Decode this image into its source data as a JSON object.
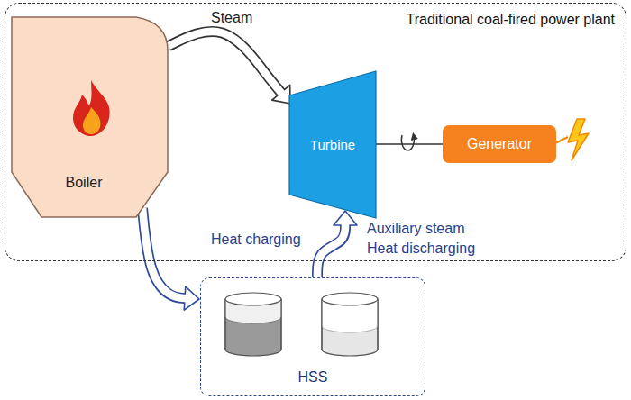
{
  "diagram": {
    "nodes": [
      {
        "text": [
          "Traditional coal-fired power plant"
        ]
      },
      {
        "text": [
          "Boiler"
        ],
        "in": 0
      },
      {
        "text": [
          "Turbine"
        ],
        "in": 0
      },
      {
        "text": [
          "Generator"
        ],
        "in": 0
      },
      {
        "text": [
          "HSS"
        ]
      }
    ],
    "edges": [
      {
        "from": 1,
        "to": 2,
        "arrow": "to",
        "label": "Steam"
      },
      {
        "from": 2,
        "to": 3,
        "arrow": "none"
      },
      {
        "from": 1,
        "to": 4,
        "arrow": "to",
        "label": "Heat charging"
      },
      {
        "from": 4,
        "to": 2,
        "arrow": "to",
        "label": "Heat discharging"
      }
    ],
    "labels": [
      "Auxiliary steam"
    ]
  }
}
